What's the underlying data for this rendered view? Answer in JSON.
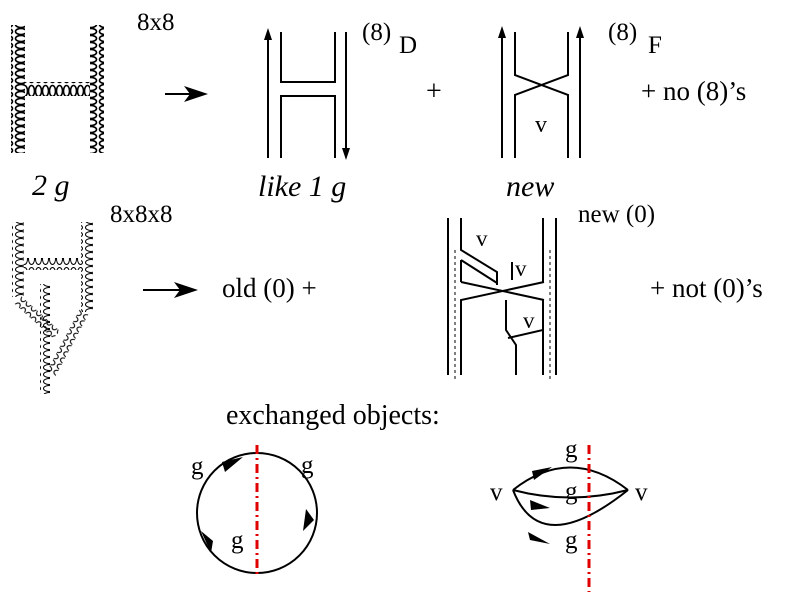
{
  "row1": {
    "label_8x8": "8x8",
    "label_2g": "2 g",
    "sup_D": "(8)",
    "sub_D": "D",
    "sup_F": "(8)",
    "sub_F": "F",
    "plus1": "+",
    "plus_no8": "+  no (8)’s",
    "like1g": "like 1 g",
    "new": "new",
    "v": "v"
  },
  "row2": {
    "label_8x8x8": "8x8x8",
    "old0": "old  (0)  +",
    "new0": "new (0)",
    "not0": "+ not (0)’s",
    "v1": "v",
    "v2": "v",
    "v3": "v"
  },
  "row3": {
    "title": "exchanged objects:",
    "left": {
      "g_top_left": "g",
      "g_top_right": "g",
      "g_bottom": "g"
    },
    "right": {
      "g_top": "g",
      "g_mid": "g",
      "g_bottom": "g",
      "v_left": "v",
      "v_right": "v"
    }
  },
  "colors": {
    "cut_line": "#e00000",
    "ink": "#000000"
  }
}
